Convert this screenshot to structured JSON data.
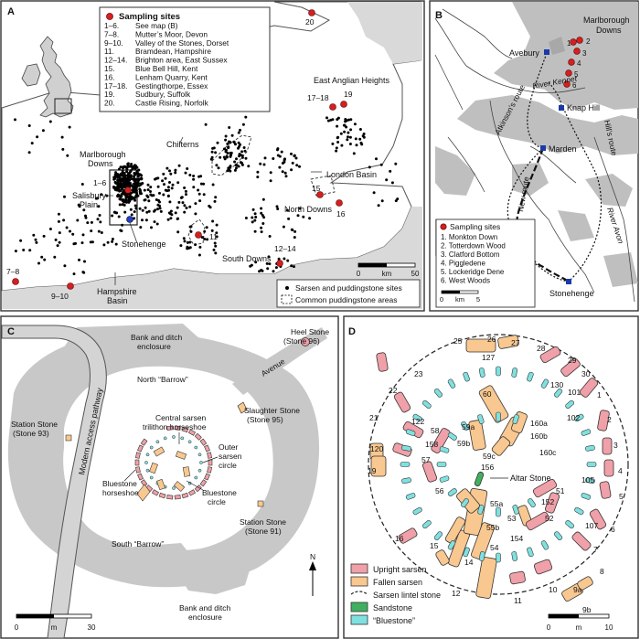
{
  "panelA": {
    "letter": "A",
    "legend": {
      "title": "Sampling sites",
      "items": [
        {
          "num": "1–6.",
          "label": "See map (B)"
        },
        {
          "num": "7–8.",
          "label": "Mutter’s Moor, Devon"
        },
        {
          "num": "9–10.",
          "label": "Valley of the Stones, Dorset"
        },
        {
          "num": "11.",
          "label": "Bramdean, Hampshire"
        },
        {
          "num": "12–14.",
          "label": "Brighton area, East Sussex"
        },
        {
          "num": "15.",
          "label": "Blue Bell Hill, Kent"
        },
        {
          "num": "16.",
          "label": "Lenham Quarry, Kent"
        },
        {
          "num": "17–18.",
          "label": "Gestingthorpe, Essex"
        },
        {
          "num": "19.",
          "label": "Sudbury, Suffolk"
        },
        {
          "num": "20.",
          "label": "Castle Rising, Norfolk"
        }
      ]
    },
    "labels": {
      "east_anglian": "East Anglian Heights",
      "chilterns": "Chilterns",
      "marlborough": "Marlborough",
      "downs": "Downs",
      "salisbury": "Salisbury",
      "plain": "Plain",
      "london_basin": "London Basin",
      "north_downs": "North Downs",
      "stonehenge": "Stonehenge",
      "south_downs": "South Downs",
      "hampshire": "Hampshire",
      "basin": "Basin",
      "s1_6": "1–6",
      "s7_8": "7–8",
      "s9_10": "9–10",
      "s11": "11",
      "s12_14": "12–14",
      "s15": "15",
      "s16": "16",
      "s17_18": "17–18",
      "s19": "19",
      "s20": "20"
    },
    "scale": {
      "zero": "0",
      "unit": "km",
      "max": "50"
    },
    "legend2": {
      "sites": "Sarsen and puddingstone sites",
      "areas": "Common puddingstone areas"
    }
  },
  "panelB": {
    "letter": "B",
    "labels": {
      "marlborough": "Marlborough",
      "downs": "Downs",
      "avebury": "Avebury",
      "river_kennet": "River Kennet",
      "knap_hill": "Knap Hill",
      "marden": "Marden",
      "atkinsons_route": "Atkinson’s route",
      "hills_route": "Hill’s route",
      "new_route": "New route",
      "river_avon": "River Avon",
      "stonehenge": "Stonehenge",
      "n1": "1",
      "n2": "2",
      "n3": "3",
      "n4": "4",
      "n5": "5",
      "n6": "6"
    },
    "legend": {
      "title": "Sampling sites",
      "items": [
        "1. Monkton Down",
        "2. Totterdown Wood",
        "3. Clatford Bottom",
        "4. Piggledene",
        "5. Lockeridge Dene",
        "6. West Woods"
      ]
    },
    "scale": {
      "zero": "0",
      "unit": "km",
      "max": "5"
    }
  },
  "panelC": {
    "letter": "C",
    "labels": {
      "heel_stone": "Heel Stone",
      "heel_stone_num": "(Stone 96)",
      "bank_ditch_1": "Bank and ditch",
      "enclosure_1": "enclosure",
      "north_barrow": "North “Barrow”",
      "avenue": "Avenue",
      "station_stone_93": "Station Stone",
      "stone_93": "(Stone 93)",
      "modern_access": "Modern access pathway",
      "central_sarsen": "Central sarsen",
      "trilithon": "trilithon horseshoe",
      "slaughter_stone": "Slaughter Stone",
      "stone_95": "(Stone 95)",
      "outer": "Outer",
      "sarsen": "sarsen",
      "circle": "circle",
      "bluestone_horseshoe_1": "Bluestone",
      "bluestone_horseshoe_2": "horseshoe",
      "bluestone_circle_1": "Bluestone",
      "bluestone_circle_2": "circle",
      "station_stone_91": "Station Stone",
      "stone_91": "(Stone 91)",
      "south_barrow": "South “Barrow”",
      "bank_ditch_2": "Bank and ditch",
      "enclosure_2": "enclosure",
      "north": "N"
    },
    "scale": {
      "zero": "0",
      "unit": "m",
      "max": "30"
    }
  },
  "panelD": {
    "letter": "D",
    "stone_numbers": [
      "25",
      "26",
      "127",
      "27",
      "28",
      "29",
      "30",
      "130",
      "101",
      "1",
      "102",
      "2",
      "3",
      "4",
      "105",
      "5",
      "6",
      "107",
      "7",
      "8",
      "9a",
      "9b",
      "10",
      "11",
      "12",
      "14",
      "15",
      "16",
      "19",
      "120",
      "21",
      "122",
      "22",
      "23",
      "60",
      "58",
      "158",
      "57",
      "59a",
      "59b",
      "59c",
      "160a",
      "160b",
      "160c",
      "156",
      "56",
      "55a",
      "55b",
      "53",
      "154",
      "54",
      "51",
      "152",
      "52"
    ],
    "altar_stone": "Altar Stone",
    "legend": [
      "Upright sarsen",
      "Fallen sarsen",
      "Sarsen lintel stone",
      "Sandstone",
      "“Bluestone”"
    ],
    "colors": {
      "upright": "#f0a0a8",
      "fallen": "#f8c890",
      "sandstone": "#40b060",
      "bluestone": "#80e0e0"
    },
    "scale": {
      "zero": "0",
      "unit": "m",
      "max": "10"
    }
  }
}
